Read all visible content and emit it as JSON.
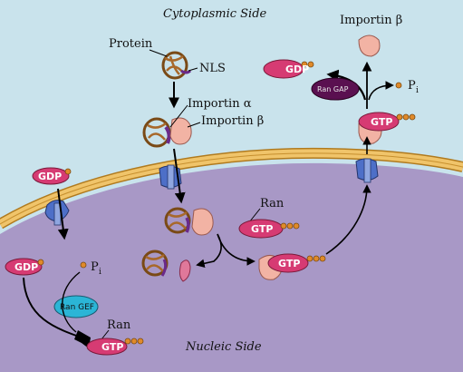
{
  "labels": {
    "cytoplasmic_side": "Cytoplasmic Side",
    "nucleic_side": "Nucleic Side",
    "protein": "Protein",
    "nls": "NLS",
    "importin_alpha": "Importin α",
    "importin_beta": "Importin β",
    "importin_beta_top": "Importin β",
    "ran_mid": "Ran",
    "ran_bottom": "Ran",
    "pi_top": "P",
    "pi_top_sub": "i",
    "pi_bottom": "P",
    "pi_bottom_sub": "i"
  },
  "complexes": {
    "gdp_top_left": "GDP",
    "gdp_top_right": "GDP",
    "gtp_top_right": "GTP",
    "gtp_mid": "GTP",
    "gtp_mid_lower": "GTP",
    "gdp_bottom_left": "GDP",
    "gtp_bottom": "GTP",
    "ran_gap": "Ran GAP",
    "ran_gef": "Ran GEF"
  },
  "colors": {
    "cytoplasm": "#c9e3ec",
    "nucleus": "#a898c6",
    "membrane": "#e8b552",
    "ran": "#d63b73",
    "pore": "#4d6fc8",
    "importin_beta": "#f2b3a4",
    "phosphate": "#e08a2a"
  }
}
